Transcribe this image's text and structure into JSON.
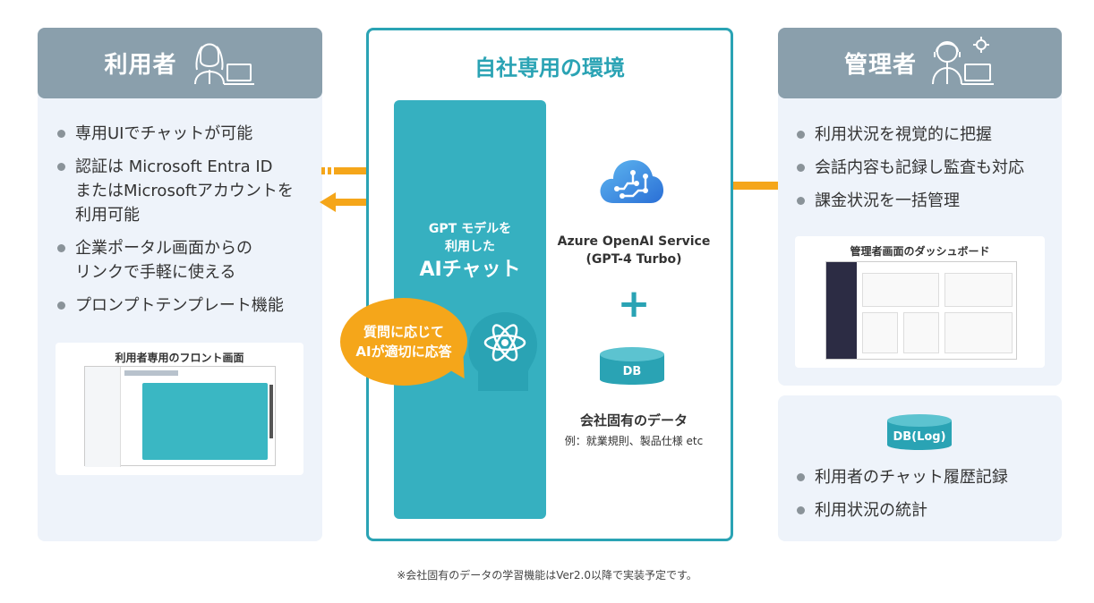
{
  "user_panel": {
    "title": "利用者",
    "bullets": [
      "専用UIでチャットが可能",
      "認証は Microsoft Entra ID",
      "またはMicrosoftアカウントを",
      "利用可能",
      "企業ポータル画面からの",
      "リンクで手軽に使える",
      "プロンプトテンプレート機能"
    ],
    "screenshot_title": "利用者専用のフロント画面"
  },
  "center_panel": {
    "title": "自社専用の環境",
    "ai_line1": "GPT モデルを",
    "ai_line2": "利用した",
    "ai_big": "AIチャット",
    "bubble_line1": "質問に応じて",
    "bubble_line2": "AIが適切に応答",
    "azure_line1": "Azure OpenAI Service",
    "azure_line2": "(GPT-4 Turbo)",
    "plus": "+",
    "db_icon_label": "DB",
    "db_label": "会社固有のデータ",
    "db_sub": "例：就業規則、製品仕様 etc"
  },
  "admin_panel": {
    "title": "管理者",
    "bullets": [
      "利用状況を視覚的に把握",
      "会話内容も記録し監査も対応",
      "課金状況を一括管理"
    ],
    "screenshot_title": "管理者画面のダッシュボード"
  },
  "log_panel": {
    "db_icon_label": "DB(Log)",
    "bullets": [
      "利用者のチャット履歴記録",
      "利用状況の統計"
    ]
  },
  "footnote": "※会社固有のデータの学習機能はVer2.0以降で実装予定です。",
  "colors": {
    "teal": "#2aa3b4",
    "teal_fill": "#36b0c0",
    "orange": "#f5a61a",
    "header_gray": "#8a9fac",
    "panel_bg": "#eef3fa"
  }
}
